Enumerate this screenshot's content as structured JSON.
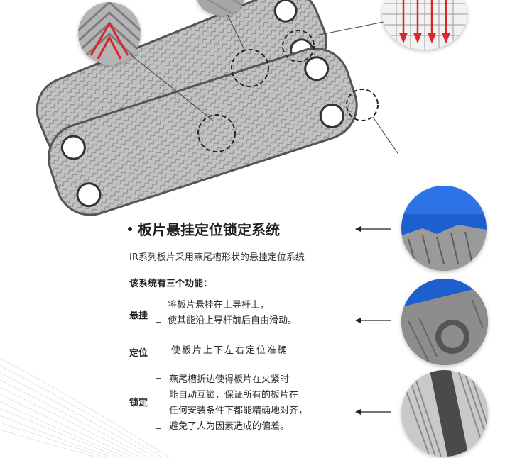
{
  "title": "板片悬挂定位锁定系统",
  "subtitle": "IR系列板片采用燕尾槽形状的悬挂定位系统",
  "intro": "该系统有三个功能：",
  "features": [
    {
      "label": "悬挂",
      "lines": [
        "将板片悬挂在上导杆上，",
        "使其能沿上导杆前后自由滑动。"
      ]
    },
    {
      "label": "定位",
      "lines": [
        "使板片上下左右定位准确"
      ]
    },
    {
      "label": "锁定",
      "lines": [
        "燕尾槽折边使得板片在夹紧时",
        "能自动互锁，保证所有的板片在",
        "任何安装条件下都能精确地对齐，",
        "避免了人为因素造成的偏差。"
      ]
    }
  ],
  "colors": {
    "accent": "#1e5fd0",
    "plate": "#b9b9b9",
    "arrow_red": "#d8262a",
    "text": "#2b2b2b"
  },
  "icons": [
    "bullet-dot-icon",
    "arrow-left-icon"
  ]
}
